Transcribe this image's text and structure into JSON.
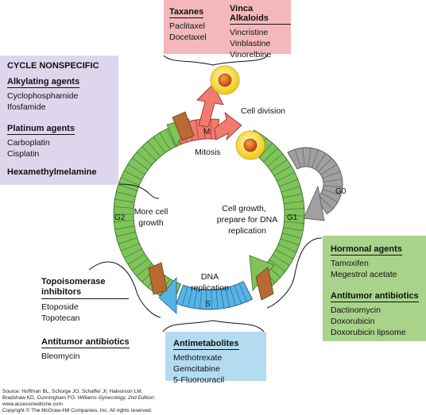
{
  "taxanes": {
    "header": "Taxanes",
    "items": [
      "Paclitaxel",
      "Docetaxel"
    ]
  },
  "vinca": {
    "header": "Vinca Alkaloids",
    "items": [
      "Vincristine",
      "Vinblastine",
      "Vinorelbine"
    ]
  },
  "cycle_nonspecific": {
    "title": "CYCLE NONSPECIFIC",
    "alkylating": {
      "header": "Alkylating agents",
      "items": [
        "Cyclophosphamide",
        "Ifosfamide"
      ]
    },
    "platinum": {
      "header": "Platinum agents",
      "items": [
        "Carboplatin",
        "Cisplatin"
      ]
    },
    "hexa": "Hexamethylmelamine"
  },
  "hormonal": {
    "header": "Hormonal agents",
    "items": [
      "Tamoxifen",
      "Megestrol acetate"
    ]
  },
  "antitumor_right": {
    "header": "Antitumor antibiotics",
    "items": [
      "Dactinomycin",
      "Doxorubicin",
      "Doxorubicin lipsome"
    ]
  },
  "topo": {
    "header": "Topoisomerase inhibitors",
    "items": [
      "Etoposide",
      "Topotecan"
    ]
  },
  "antitumor_left": {
    "header": "Antitumor antibiotics",
    "items": [
      "Bleomycin"
    ]
  },
  "antimetabolites": {
    "header": "Antimetabolites",
    "items": [
      "Methotrexate",
      "Gemcitabine",
      "5-Fluorouracil"
    ]
  },
  "cycle": {
    "cell_division": "Cell division",
    "m": "M",
    "mitosis": "Mitosis",
    "g0": "G0",
    "g1": "G1",
    "g2": "G2",
    "s": "S",
    "more_growth_1": "More cell",
    "more_growth_2": "growth",
    "g1_text_1": "Cell growth,",
    "g1_text_2": "prepare for DNA",
    "g1_text_3": "replication",
    "dna_1": "DNA",
    "dna_2": "replication"
  },
  "source": {
    "line1": "Source: Hoffman BL, Schorge JO, Schaffer JI, Halvorson LM,",
    "line2_a": "Bradshaw KD, Cunningham FG: ",
    "line2_b": "Williams Gynecology, 2nd Edition:",
    "line3": "www.accessmedicine.com",
    "line4": "Copyright © The McGraw-Hill Companies, Inc. All rights reserved."
  },
  "colors": {
    "pink": "#f4b8bc",
    "lavender": "#ddd6ec",
    "green_box": "#a9d38a",
    "blue_box": "#b3dcf0",
    "ring_green": "#7ec45a",
    "ring_blue": "#56b4e6",
    "ring_red": "#f07a6e",
    "ring_gray": "#a0a0a0",
    "brown": "#b86a32",
    "orange_cell": "#f6a21d"
  }
}
